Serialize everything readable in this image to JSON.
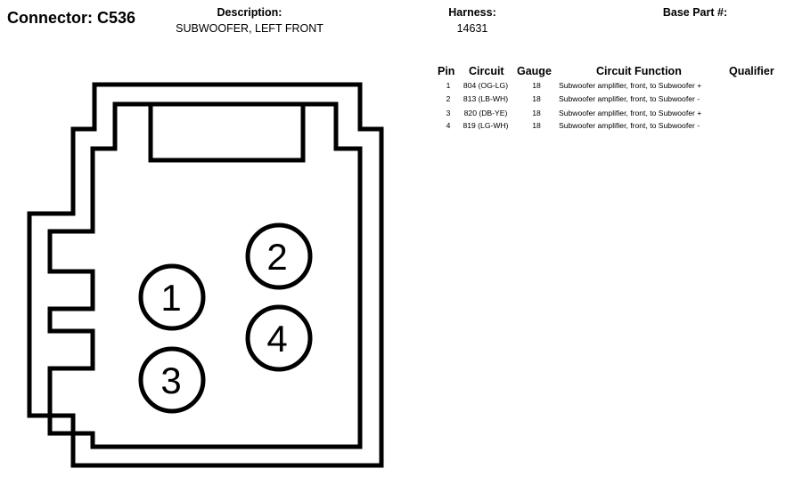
{
  "header": {
    "connector": "Connector: C536",
    "description_label": "Description:",
    "description_value": "SUBWOOFER, LEFT FRONT",
    "harness_label": "Harness:",
    "harness_value": "14631",
    "base_part_label": "Base Part #:",
    "base_part_value": ""
  },
  "table": {
    "columns": [
      "Pin",
      "Circuit",
      "Gauge",
      "Circuit Function",
      "Qualifier"
    ],
    "rows": [
      {
        "pin": "1",
        "circuit": "804 (OG-LG)",
        "gauge": "18",
        "function": "Subwoofer amplifier, front, to Subwoofer +",
        "qualifier": ""
      },
      {
        "pin": "2",
        "circuit": "813 (LB-WH)",
        "gauge": "18",
        "function": "Subwoofer amplifier, front, to Subwoofer -",
        "qualifier": ""
      },
      {
        "pin": "3",
        "circuit": "820 (DB-YE)",
        "gauge": "18",
        "function": "Subwoofer amplifier, front, to Subwoofer +",
        "qualifier": ""
      },
      {
        "pin": "4",
        "circuit": "819 (LG-WH)",
        "gauge": "18",
        "function": "Subwoofer amplifier, front, to Subwoofer -",
        "qualifier": ""
      }
    ]
  },
  "diagram": {
    "pins": [
      "1",
      "2",
      "3",
      "4"
    ]
  }
}
